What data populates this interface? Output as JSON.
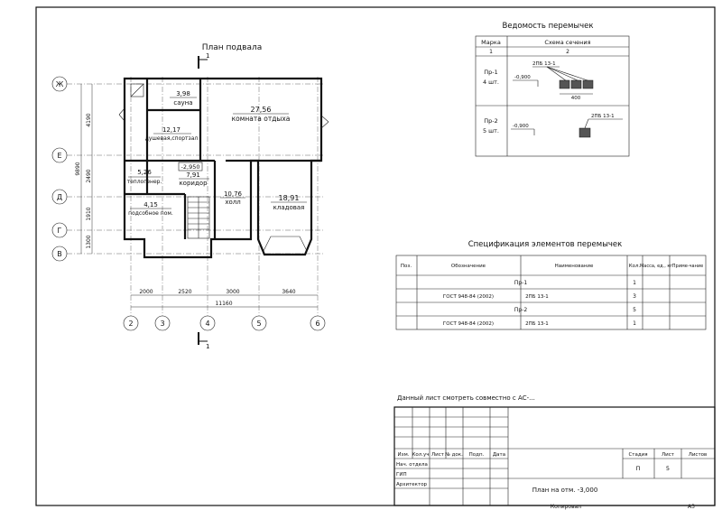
{
  "plan": {
    "title": "План подвала",
    "section_mark": "1",
    "rooms": [
      {
        "area": "3,98",
        "name": "сауна"
      },
      {
        "area": "27,56",
        "name": "комната отдыха"
      },
      {
        "area": "12,17",
        "name": "душевая,спортзал"
      },
      {
        "area": "5,26",
        "name": "теплогенер."
      },
      {
        "area": "7,91",
        "name": "коридор"
      },
      {
        "area": "10,76",
        "name": "холл"
      },
      {
        "area": "18,91",
        "name": "кладовая"
      },
      {
        "area": "4,15",
        "name": "подсобное пом."
      }
    ],
    "level_mark": "-2,950",
    "axes_rows": [
      "Ж",
      "Е",
      "Д",
      "Г",
      "В"
    ],
    "axes_cols": [
      "2",
      "3",
      "4",
      "5",
      "6"
    ],
    "row_dims": [
      "4190",
      "2490",
      "1910",
      "1300"
    ],
    "row_total": "9890",
    "col_dims": [
      "2000",
      "2520",
      "3000",
      "3640"
    ],
    "col_total": "11160"
  },
  "lintels": {
    "title": "Ведомость перемычек",
    "col_mark": "Марка",
    "col_scheme": "Схема сечения",
    "col_num1": "1",
    "col_num2": "2",
    "rows": [
      {
        "mark": "Пр-1",
        "count": "4 шт.",
        "level": "-0,900",
        "label": "2ПБ 13-1",
        "width": "400"
      },
      {
        "mark": "Пр-2",
        "count": "5 шт.",
        "level": "-0,900",
        "label": "2ПБ 13-1"
      }
    ]
  },
  "spec": {
    "title": "Спецификация элементов перемычек",
    "headers": [
      "Поз.",
      "Обозначение",
      "Наименование",
      "Кол.",
      "Масса, ед., кг",
      "Приме-чание"
    ],
    "rows": [
      {
        "group": "Пр-1",
        "qty": "1"
      },
      {
        "doc": "ГОСТ 948-84 (2002)",
        "name": "2ПБ 13-1",
        "qty": "3"
      },
      {
        "group": "Пр-2",
        "qty": "5"
      },
      {
        "doc": "ГОСТ 948-84 (2002)",
        "name": "2ПБ 13-1",
        "qty": "1"
      }
    ]
  },
  "note": "Данный лист смотреть совместно с АС-...",
  "title_block": {
    "cols": [
      "Изм.",
      "Кол.уч",
      "Лист",
      "№ док.",
      "Подп.",
      "Дата"
    ],
    "roles": [
      "Нач. отдела",
      "ГИП",
      "Архитектор"
    ],
    "stage_label": "Стадия",
    "sheet_label": "Лист",
    "sheets_label": "Листов",
    "stage_value": "П",
    "sheet_value": "5",
    "sheet_name": "План на отм. -3,000",
    "copied": "Копировал",
    "format": "А3"
  }
}
